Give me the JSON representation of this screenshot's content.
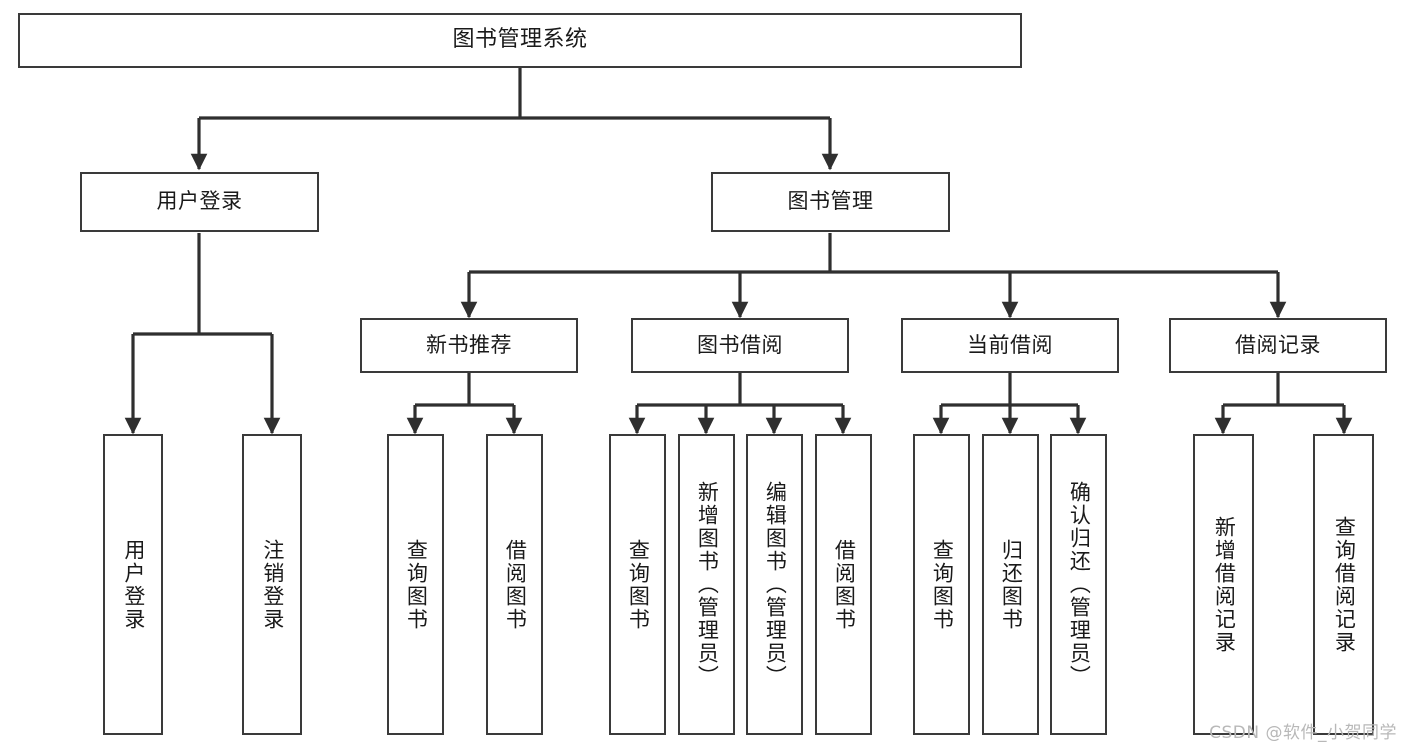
{
  "diagram": {
    "title": "图书管理系统",
    "type": "tree",
    "watermark": "CSDN @软件_小贺同学",
    "colors": {
      "box_border": "#3a3a3a",
      "box_fill": "#ffffff",
      "edge": "#2f2f2f",
      "text": "#1a1a1a",
      "watermark": "#b8b8b8",
      "background": "#ffffff"
    },
    "levels": {
      "root": {
        "label": "图书管理系统"
      },
      "level2": [
        {
          "id": "user-login",
          "label": "用户登录"
        },
        {
          "id": "book-manage",
          "label": "图书管理"
        }
      ],
      "level3": [
        {
          "id": "new-book-rec",
          "label": "新书推荐",
          "parent": "book-manage"
        },
        {
          "id": "book-borrow",
          "label": "图书借阅",
          "parent": "book-manage"
        },
        {
          "id": "current-borrow",
          "label": "当前借阅",
          "parent": "book-manage"
        },
        {
          "id": "borrow-record",
          "label": "借阅记录",
          "parent": "book-manage"
        }
      ],
      "leaves": [
        {
          "id": "leaf-user-login",
          "label": "用户登录",
          "parent": "user-login"
        },
        {
          "id": "leaf-user-logout",
          "label": "注销登录",
          "parent": "user-login"
        },
        {
          "id": "leaf-rec-query-book",
          "label": "查询图书",
          "parent": "new-book-rec"
        },
        {
          "id": "leaf-rec-borrow-book",
          "label": "借阅图书",
          "parent": "new-book-rec"
        },
        {
          "id": "leaf-borrow-query-book",
          "label": "查询图书",
          "parent": "book-borrow"
        },
        {
          "id": "leaf-borrow-add-book",
          "label": "新增图书（管理员）",
          "parent": "book-borrow"
        },
        {
          "id": "leaf-borrow-edit-book",
          "label": "编辑图书（管理员）",
          "parent": "book-borrow"
        },
        {
          "id": "leaf-borrow-borrow-book",
          "label": "借阅图书",
          "parent": "book-borrow"
        },
        {
          "id": "leaf-current-query-book",
          "label": "查询图书",
          "parent": "current-borrow"
        },
        {
          "id": "leaf-current-return-book",
          "label": "归还图书",
          "parent": "current-borrow"
        },
        {
          "id": "leaf-current-confirm-return",
          "label": "确认归还（管理员）",
          "parent": "current-borrow"
        },
        {
          "id": "leaf-record-add",
          "label": "新增借阅记录",
          "parent": "borrow-record"
        },
        {
          "id": "leaf-record-query",
          "label": "查询借阅记录",
          "parent": "borrow-record"
        }
      ]
    }
  }
}
